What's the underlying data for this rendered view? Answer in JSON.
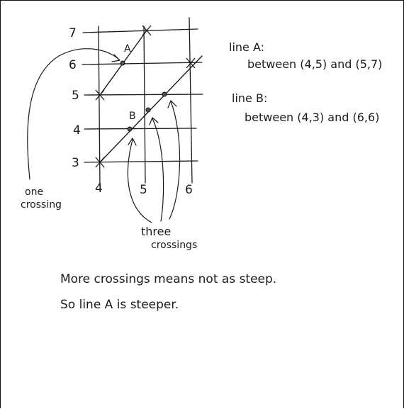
{
  "axes": {
    "x_labels": [
      "4",
      "5",
      "6"
    ],
    "y_labels": [
      "3",
      "4",
      "5",
      "6",
      "7"
    ]
  },
  "lines": [
    {
      "label": "A",
      "from": [
        4,
        5
      ],
      "to": [
        5,
        7
      ],
      "crossings": 1
    },
    {
      "label": "B",
      "from": [
        4,
        3
      ],
      "to": [
        6,
        6
      ],
      "crossings": 3
    }
  ],
  "annotations": {
    "one_crossing": [
      "one",
      "crossing"
    ],
    "three_crossings": [
      "three",
      "crossings"
    ]
  },
  "notes": {
    "line_a_title": "line A:",
    "line_a_desc": "between (4,5) and (5,7)",
    "line_b_title": "line B:",
    "line_b_desc": "between (4,3) and (6,6)"
  },
  "conclusion": [
    "More crossings means not as steep.",
    "So line A is steeper."
  ]
}
